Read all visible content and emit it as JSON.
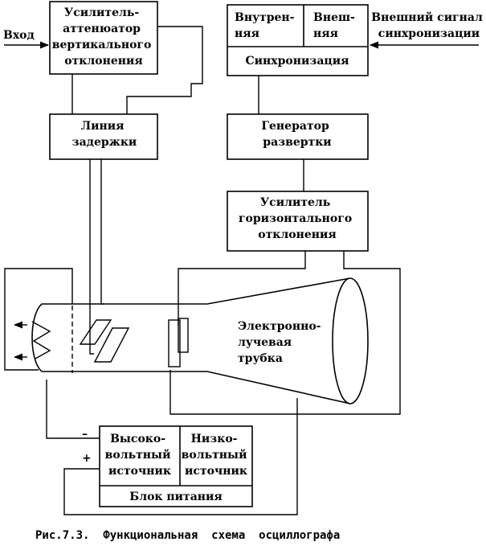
{
  "input_label": "Вход",
  "attenuator": [
    "Усилитель-",
    "аттенюатор",
    "вертикального",
    "отклонения"
  ],
  "sync_internal": [
    "Внутрен-",
    "няя"
  ],
  "sync_external": [
    "Внеш-",
    "няя"
  ],
  "sync_label": "Синхронизация",
  "ext_sync_signal": [
    "Внешний сигнал",
    "синхронизации"
  ],
  "delay_line": [
    "Линия",
    "задержки"
  ],
  "sweep_generator": [
    "Генератор",
    "развертки"
  ],
  "horizontal_amplifier": [
    "Усилитель",
    "горизонтального",
    "отклонения"
  ],
  "crt": [
    "Электронно-",
    "лучевая",
    "трубка"
  ],
  "hv_source": [
    "Высоко-",
    "вольтный",
    "источник"
  ],
  "lv_source": [
    "Низко-",
    "вольтный",
    "источник"
  ],
  "power_block": "Блок питания",
  "minus_sign": "–",
  "plus_sign": "+",
  "caption": "Рис.7.3.  Функциональная  схема  осциллографа"
}
